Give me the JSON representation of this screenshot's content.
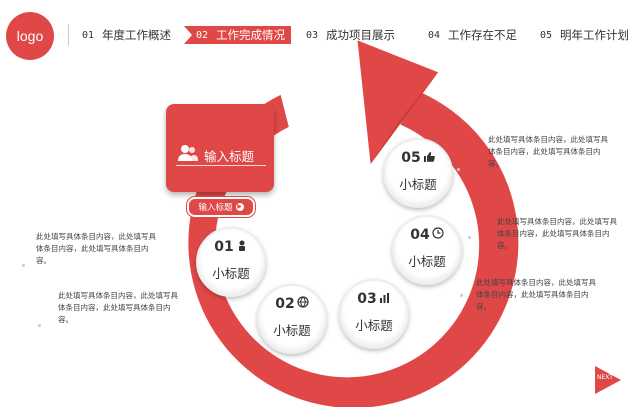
{
  "logo": "logo",
  "nav": [
    {
      "num": "01",
      "label": "年度工作概述"
    },
    {
      "num": "02",
      "label": "工作完成情况"
    },
    {
      "num": "03",
      "label": "成功项目展示"
    },
    {
      "num": "04",
      "label": "工作存在不足"
    },
    {
      "num": "05",
      "label": "明年工作计划"
    }
  ],
  "card": {
    "title": "输入标题",
    "button": "输入标题"
  },
  "items": [
    {
      "num": "01",
      "title": "小标题",
      "icon": "people-icon"
    },
    {
      "num": "02",
      "title": "小标题",
      "icon": "globe-icon"
    },
    {
      "num": "03",
      "title": "小标题",
      "icon": "bar-chart-icon"
    },
    {
      "num": "04",
      "title": "小标题",
      "icon": "clock-icon"
    },
    {
      "num": "05",
      "title": "小标题",
      "icon": "thumbs-up-icon"
    }
  ],
  "descriptions": [
    "此处填写具体条目内容，此处填写具体条目内容，此处填写具体条目内容。",
    "此处填写具体条目内容，此处填写具体条目内容，此处填写具体条目内容。",
    "此处填写具体条目内容，此处填写具体条目内容，此处填写具体条目内容。",
    "此处填写具体条目内容，此处填写具体条目内容，此处填写具体条目内容。",
    "此处填写具体条目内容，此处填写具体条目内容，此处填写具体条目内容。"
  ],
  "next": "NEXT",
  "colors": {
    "accent": "#e04848"
  }
}
